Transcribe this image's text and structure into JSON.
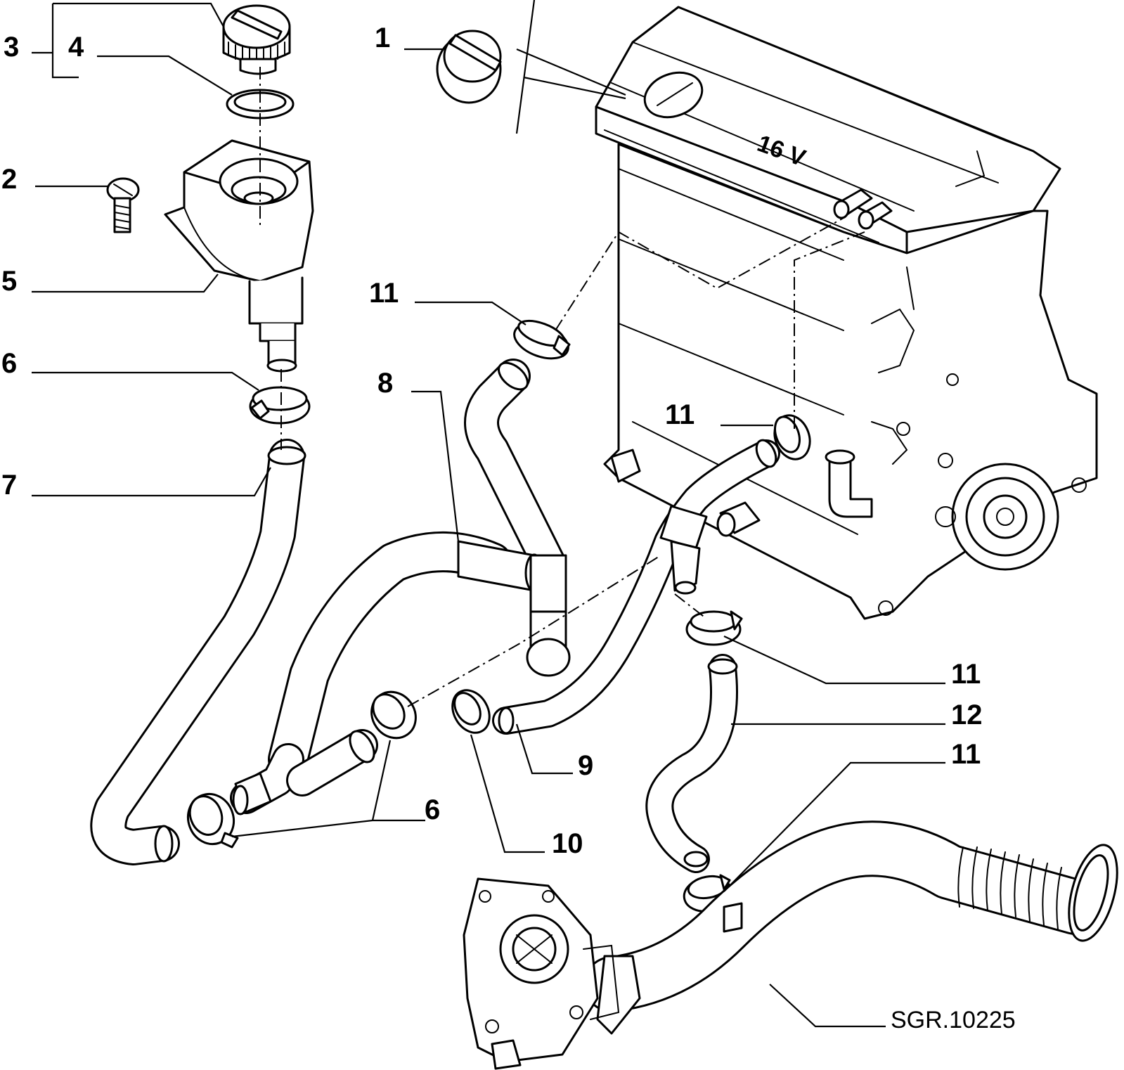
{
  "diagram": {
    "reference_code": "SGR.10225",
    "engine_marking": "16 V",
    "callouts": [
      {
        "id": "c3",
        "label": "3"
      },
      {
        "id": "c4",
        "label": "4"
      },
      {
        "id": "c1",
        "label": "1"
      },
      {
        "id": "c2",
        "label": "2"
      },
      {
        "id": "c5",
        "label": "5"
      },
      {
        "id": "c6a",
        "label": "6"
      },
      {
        "id": "c7",
        "label": "7"
      },
      {
        "id": "c8",
        "label": "8"
      },
      {
        "id": "c11a",
        "label": "11"
      },
      {
        "id": "c11b",
        "label": "11"
      },
      {
        "id": "c11c",
        "label": "11"
      },
      {
        "id": "c12",
        "label": "12"
      },
      {
        "id": "c11d",
        "label": "11"
      },
      {
        "id": "c9",
        "label": "9"
      },
      {
        "id": "c6b",
        "label": "6"
      },
      {
        "id": "c10",
        "label": "10"
      }
    ]
  }
}
